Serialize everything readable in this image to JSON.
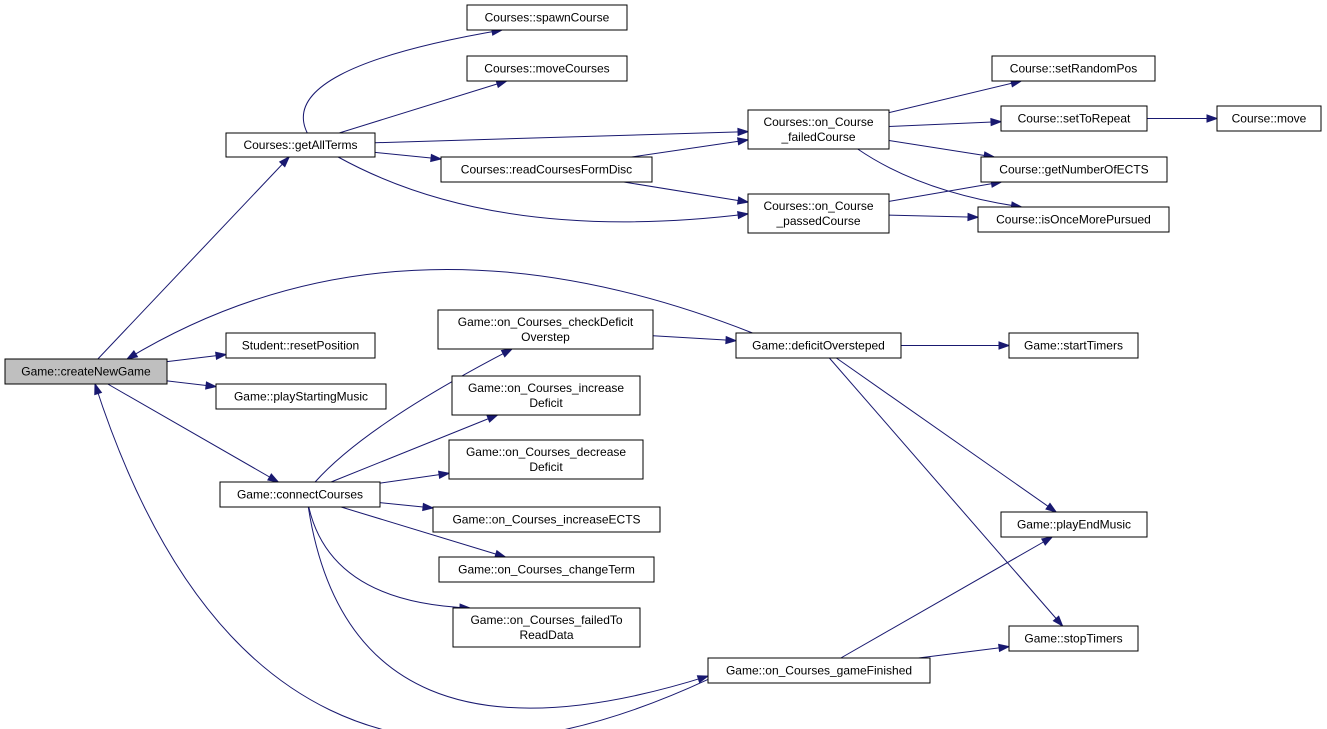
{
  "colors": {
    "edge": "#191970",
    "root_fill": "#bfbfbf",
    "node_fill": "#ffffff",
    "border": "#000000"
  },
  "nodes": {
    "createNewGame": {
      "lines": [
        "Game::createNewGame"
      ]
    },
    "getAllTerms": {
      "lines": [
        "Courses::getAllTerms"
      ]
    },
    "spawnCourse": {
      "lines": [
        "Courses::spawnCourse"
      ]
    },
    "moveCourses": {
      "lines": [
        "Courses::moveCourses"
      ]
    },
    "readCoursesFormDisc": {
      "lines": [
        "Courses::readCoursesFormDisc"
      ]
    },
    "failedCourse": {
      "lines": [
        "Courses::on_Course",
        "_failedCourse"
      ]
    },
    "passedCourse": {
      "lines": [
        "Courses::on_Course",
        "_passedCourse"
      ]
    },
    "setRandomPos": {
      "lines": [
        "Course::setRandomPos"
      ]
    },
    "setToRepeat": {
      "lines": [
        "Course::setToRepeat"
      ]
    },
    "courseMove": {
      "lines": [
        "Course::move"
      ]
    },
    "getNumberOfECTS": {
      "lines": [
        "Course::getNumberOfECTS"
      ]
    },
    "isOnceMorePursued": {
      "lines": [
        "Course::isOnceMorePursued"
      ]
    },
    "resetPosition": {
      "lines": [
        "Student::resetPosition"
      ]
    },
    "playStartingMusic": {
      "lines": [
        "Game::playStartingMusic"
      ]
    },
    "connectCourses": {
      "lines": [
        "Game::connectCourses"
      ]
    },
    "checkDeficit": {
      "lines": [
        "Game::on_Courses_checkDeficit",
        "Overstep"
      ]
    },
    "deficitOversteped": {
      "lines": [
        "Game::deficitOversteped"
      ]
    },
    "startTimers": {
      "lines": [
        "Game::startTimers"
      ]
    },
    "increaseDeficit": {
      "lines": [
        "Game::on_Courses_increase",
        "Deficit"
      ]
    },
    "decreaseDeficit": {
      "lines": [
        "Game::on_Courses_decrease",
        "Deficit"
      ]
    },
    "increaseECTS": {
      "lines": [
        "Game::on_Courses_increaseECTS"
      ]
    },
    "changeTerm": {
      "lines": [
        "Game::on_Courses_changeTerm"
      ]
    },
    "failedToReadData": {
      "lines": [
        "Game::on_Courses_failedTo",
        "ReadData"
      ]
    },
    "playEndMusic": {
      "lines": [
        "Game::playEndMusic"
      ]
    },
    "stopTimers": {
      "lines": [
        "Game::stopTimers"
      ]
    },
    "gameFinished": {
      "lines": [
        "Game::on_Courses_gameFinished"
      ]
    }
  },
  "edges": [
    [
      "createNewGame",
      "getAllTerms"
    ],
    [
      "createNewGame",
      "resetPosition"
    ],
    [
      "createNewGame",
      "playStartingMusic"
    ],
    [
      "createNewGame",
      "connectCourses"
    ],
    [
      "getAllTerms",
      "spawnCourse"
    ],
    [
      "getAllTerms",
      "moveCourses"
    ],
    [
      "getAllTerms",
      "failedCourse"
    ],
    [
      "getAllTerms",
      "readCoursesFormDisc"
    ],
    [
      "getAllTerms",
      "passedCourse"
    ],
    [
      "readCoursesFormDisc",
      "failedCourse"
    ],
    [
      "readCoursesFormDisc",
      "passedCourse"
    ],
    [
      "failedCourse",
      "setRandomPos"
    ],
    [
      "failedCourse",
      "setToRepeat"
    ],
    [
      "failedCourse",
      "getNumberOfECTS"
    ],
    [
      "failedCourse",
      "isOnceMorePursued"
    ],
    [
      "setToRepeat",
      "courseMove"
    ],
    [
      "passedCourse",
      "getNumberOfECTS"
    ],
    [
      "passedCourse",
      "isOnceMorePursued"
    ],
    [
      "connectCourses",
      "checkDeficit"
    ],
    [
      "connectCourses",
      "increaseDeficit"
    ],
    [
      "connectCourses",
      "decreaseDeficit"
    ],
    [
      "connectCourses",
      "increaseECTS"
    ],
    [
      "connectCourses",
      "changeTerm"
    ],
    [
      "connectCourses",
      "failedToReadData"
    ],
    [
      "connectCourses",
      "gameFinished"
    ],
    [
      "checkDeficit",
      "deficitOversteped"
    ],
    [
      "deficitOversteped",
      "createNewGame"
    ],
    [
      "deficitOversteped",
      "startTimers"
    ],
    [
      "deficitOversteped",
      "playEndMusic"
    ],
    [
      "deficitOversteped",
      "stopTimers"
    ],
    [
      "gameFinished",
      "createNewGame"
    ],
    [
      "gameFinished",
      "playEndMusic"
    ],
    [
      "gameFinished",
      "stopTimers"
    ]
  ]
}
